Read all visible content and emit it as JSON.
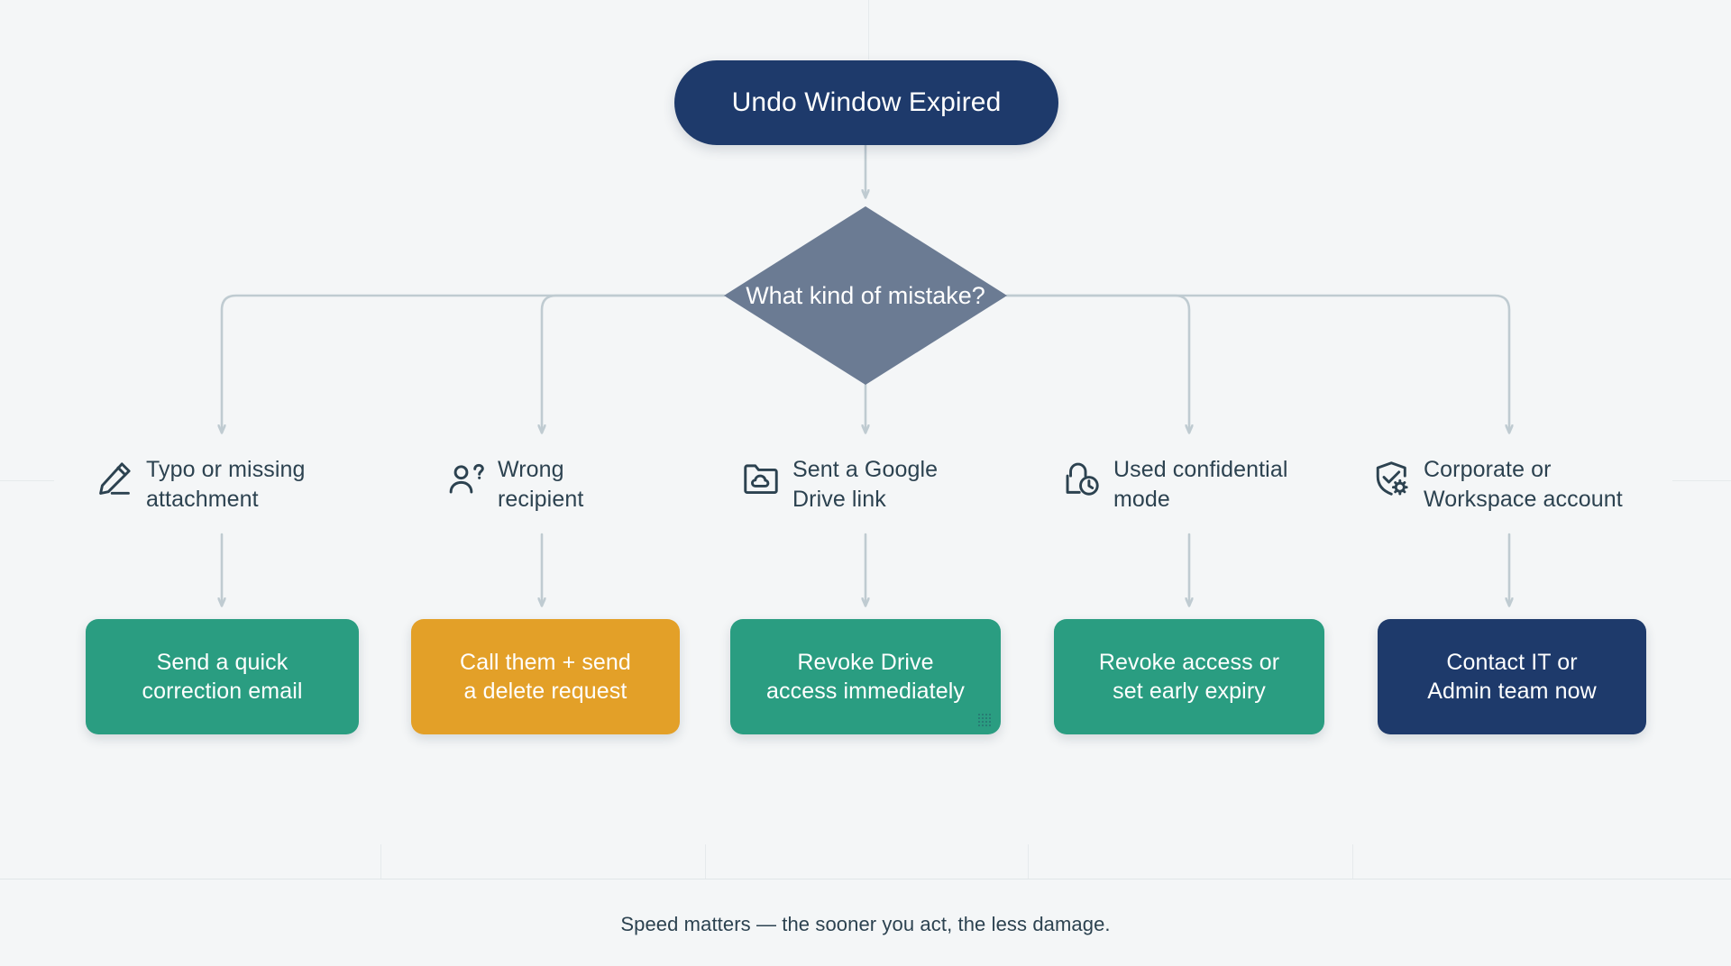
{
  "diagram": {
    "type": "flowchart",
    "title": "Undo Window Expired decision flow",
    "root": {
      "label": "Undo Window Expired",
      "shape": "pill",
      "fill": "#1e3a6b",
      "text_color": "#ffffff"
    },
    "decision": {
      "label": "What kind of\nmistake?",
      "shape": "diamond",
      "fill": "#6b7b93",
      "text_color": "#ffffff"
    },
    "branches": [
      {
        "icon": "pencil-edit-icon",
        "label": "Typo or missing\nattachment",
        "action": {
          "label": "Send a quick\ncorrection email",
          "fill": "#2a9d81",
          "style": "teal"
        }
      },
      {
        "icon": "person-question-icon",
        "label": "Wrong\nrecipient",
        "action": {
          "label": "Call them + send\na delete request",
          "fill": "#e3a028",
          "style": "amber"
        }
      },
      {
        "icon": "folder-cloud-icon",
        "label": "Sent a Google\nDrive link",
        "action": {
          "label": "Revoke Drive\naccess immediately",
          "fill": "#2a9d81",
          "style": "teal"
        }
      },
      {
        "icon": "lock-clock-icon",
        "label": "Used confidential\nmode",
        "action": {
          "label": "Revoke access or\nset early expiry",
          "fill": "#2a9d81",
          "style": "teal"
        }
      },
      {
        "icon": "shield-check-gear-icon",
        "label": "Corporate or\nWorkspace account",
        "action": {
          "label": "Contact IT or\nAdmin team now",
          "fill": "#1e3a6b",
          "style": "navy"
        }
      }
    ],
    "footer": {
      "text": "Speed matters — the sooner you act, the less damage."
    },
    "colors": {
      "background": "#f4f6f7",
      "connector": "#bfcbd1",
      "grid": "#dfe4e6",
      "label_text": "#2c4250",
      "navy": "#1e3a6b",
      "slate": "#6b7b93",
      "teal": "#2a9d81",
      "amber": "#e3a028"
    }
  }
}
